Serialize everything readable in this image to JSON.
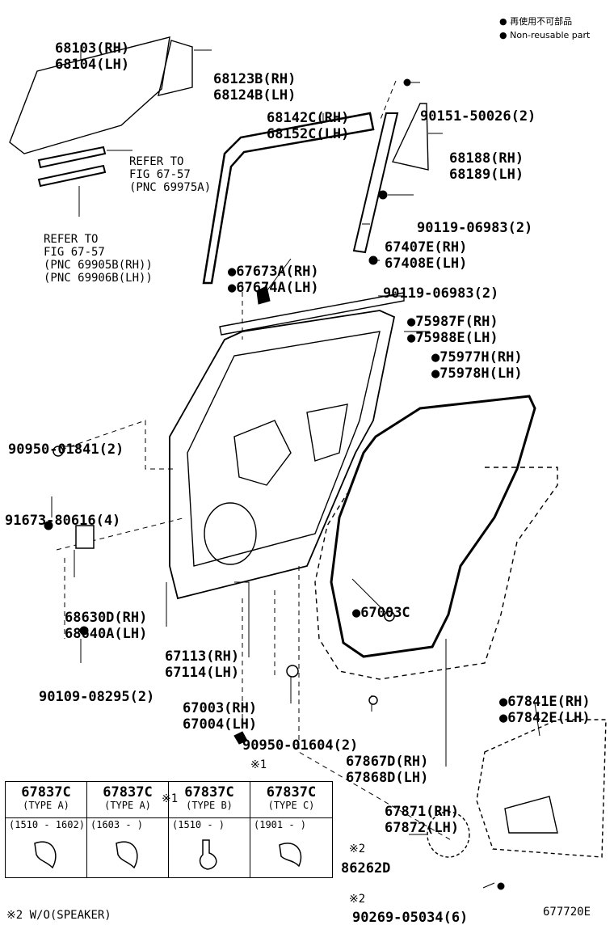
{
  "legend": [
    "再使用不可部品",
    "Non-reusable part"
  ],
  "callouts": {
    "glass": [
      "68103(RH)",
      "68104(LH)"
    ],
    "quarter_glass": [
      "68123B(RH)",
      "68124B(LH)"
    ],
    "refer1": [
      "REFER TO",
      "FIG 67-57",
      "(PNC 69975A)"
    ],
    "run_channel": [
      "68142C(RH)",
      "68152C(LH)"
    ],
    "bolt_top": "90151-50026(2)",
    "division_bar": [
      "68188(RH)",
      "68189(LH)"
    ],
    "bolt_mid": "90119-06983(2)",
    "channel_lower": [
      "67407E(RH)",
      "67408E(LH)"
    ],
    "bolt_low": "90119-06983(2)",
    "refer2": [
      "REFER TO",
      "FIG 67-57",
      "(PNC 69905B(RH))",
      "(PNC 69906B(LH))"
    ],
    "seal_6767": [
      "67673A(RH)",
      "67674A(LH)"
    ],
    "mould_759": [
      "75987F(RH)",
      "75988E(LH)"
    ],
    "mould_7597": [
      "75977H(RH)",
      "75978H(LH)"
    ],
    "plug": "90950-01841(2)",
    "screw": "91673-80616(4)",
    "hinge": [
      "68630D(RH)",
      "68640A(LH)"
    ],
    "frame": [
      "67113(RH)",
      "67114(LH)"
    ],
    "bolt_hinge": "90109-08295(2)",
    "panel": [
      "67003(RH)",
      "67004(LH)"
    ],
    "hole_plug": "90950-01604(2)",
    "cover_67003C": "67003C",
    "weatherstrip_clip": [
      "67867D(RH)",
      "67868D(LH)"
    ],
    "weatherstrip": [
      "67871(RH)",
      "67872(LH)"
    ],
    "service_cover": [
      "67841E(RH)",
      "67842E(LH)"
    ],
    "speaker_mark": "※2",
    "speaker_cover": "86262D",
    "clip_mark": "※1",
    "screw_bottom_mark": "※2",
    "screw_bottom": "90269-05034(6)",
    "note2": "※2 W/O(SPEAKER)",
    "fig_id": "677720E"
  },
  "table": {
    "header_mark": "※1",
    "columns": [
      {
        "part": "67837C",
        "type": "(TYPE A)",
        "range": "(1510 - 1602)"
      },
      {
        "part": "67837C",
        "type": "(TYPE A)",
        "range": "(1603 -      )"
      },
      {
        "part": "67837C",
        "type": "(TYPE B)",
        "range": "(1510 -      )"
      },
      {
        "part": "67837C",
        "type": "(TYPE C)",
        "range": "(1901 -      )"
      }
    ]
  }
}
